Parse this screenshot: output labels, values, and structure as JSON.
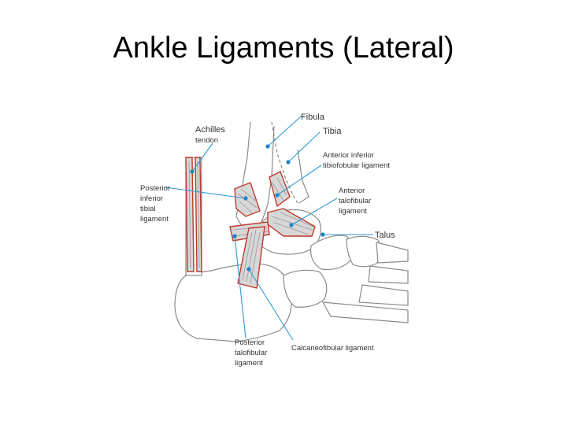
{
  "title": "Ankle Ligaments (Lateral)",
  "labels": {
    "fibula": "Fibula",
    "tibia": "Tibia",
    "achilles_1": "Achilles",
    "achilles_2": "tendon",
    "aitfl_1": "Anterior inferior",
    "aitfl_2": "tibiofobular ligament",
    "pitl_1": "Posterior",
    "pitl_2": "inferior",
    "pitl_3": "tibial",
    "pitl_4": "ligament",
    "atfl_1": "Anterior",
    "atfl_2": "talofibular",
    "atfl_3": "ligament",
    "talus": "Talus",
    "ptfl_1": "Posterior",
    "ptfl_2": "talofibular",
    "ptfl_3": "ligament",
    "cfl": "Calcaneofibular ligament"
  },
  "colors": {
    "leader": "#2e9bd6",
    "ligament_outline": "#c0392b",
    "bone_outline": "#8a8a8a"
  }
}
